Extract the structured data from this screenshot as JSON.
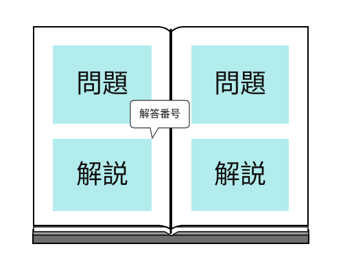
{
  "left_page": {
    "top_panel": {
      "label": "問題"
    },
    "bottom_panel": {
      "label": "解説"
    }
  },
  "right_page": {
    "top_panel": {
      "label": "問題"
    },
    "bottom_panel": {
      "label": "解説"
    }
  },
  "callout": {
    "label": "解答番号"
  },
  "colors": {
    "panel_fill": "#b3ecec",
    "book_outline": "#000000",
    "base_fill": "#6e6e6e",
    "page_fill": "#ffffff"
  }
}
